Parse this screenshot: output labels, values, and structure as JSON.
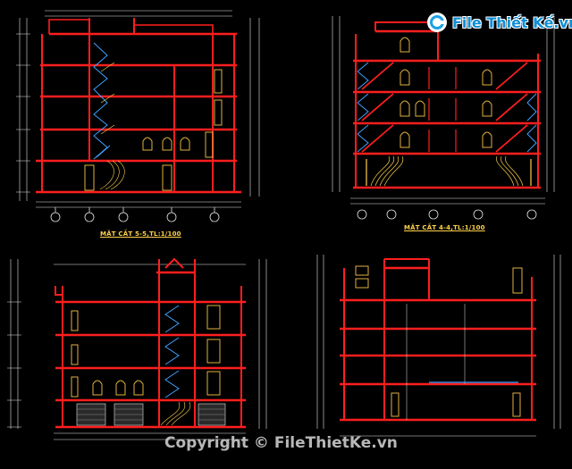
{
  "watermark": {
    "brand": "File Thiết Kế.vn",
    "copyright": "Copyright © FileThietKe.vn"
  },
  "drawing": {
    "section_1_title": "MẶT CẮT 5-5,TL:1/100",
    "section_2_title": "MẶT CẮT 4-4,TL:1/100"
  },
  "colors": {
    "background": "#000000",
    "walls": "#ff1e1e",
    "doors": "#e0b040",
    "dimensions": "#e6e6e6",
    "grid_lines": "#3fa0ff",
    "hatch": "#ffd24a"
  }
}
